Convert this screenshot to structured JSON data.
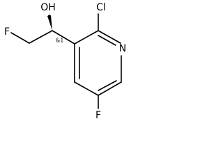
{
  "molecule": {
    "atoms": {
      "hydroxyl": "OH",
      "chloro": "Cl",
      "ring_nitrogen": "N",
      "fluoro_chain": "F",
      "fluoro_ring": "F"
    },
    "stereo_label": "&1"
  }
}
